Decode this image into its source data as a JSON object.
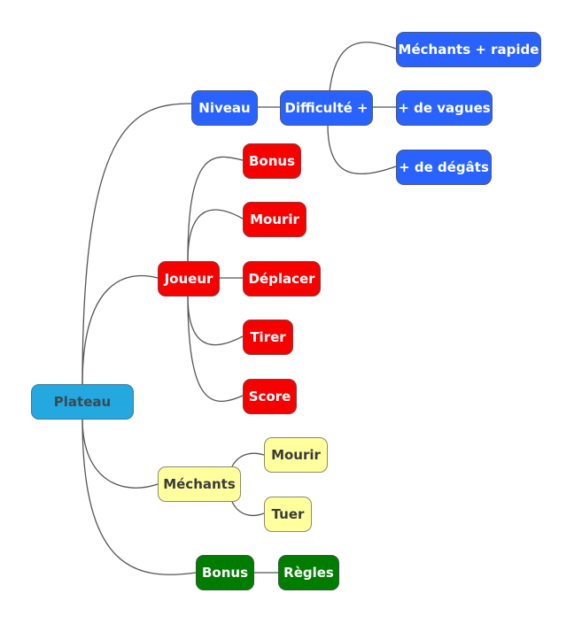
{
  "mindmap": {
    "colors": {
      "root": "#23a8e0",
      "blue": "#2962ff",
      "red": "#f60000",
      "yellow": "#ffff9e",
      "green": "#007d00",
      "link": "#555555"
    },
    "root": {
      "label": "Plateau"
    },
    "nodes": {
      "niveau": "Niveau",
      "difficulte": "Difficulté +",
      "mechants_rapide": "Méchants + rapide",
      "vagues": "+ de vagues",
      "degats": "+ de dégâts",
      "joueur": "Joueur",
      "joueur_bonus": "Bonus",
      "joueur_mourir": "Mourir",
      "deplacer": "Déplacer",
      "tirer": "Tirer",
      "score": "Score",
      "mechants": "Méchants",
      "mechants_mourir": "Mourir",
      "tuer": "Tuer",
      "bonus": "Bonus",
      "regles": "Règles"
    }
  }
}
